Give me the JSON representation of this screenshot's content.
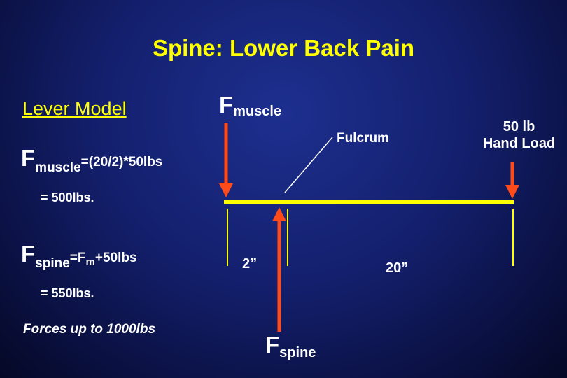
{
  "title": "Spine: Lower Back Pain",
  "lever_model": "Lever Model",
  "equations": {
    "muscle_F": "F",
    "muscle_sub": "muscle",
    "muscle_rhs": "=(20/2)*50lbs",
    "muscle_result": "= 500lbs.",
    "spine_F": "F",
    "spine_sub": "spine",
    "spine_rhs_pre": "=F",
    "spine_rhs_sub": "m",
    "spine_rhs_post": "+50lbs",
    "spine_result": "= 550lbs.",
    "note": "Forces up to 1000lbs"
  },
  "diagram": {
    "muscle_force_F": "F",
    "muscle_force_sub": "muscle",
    "fulcrum": "Fulcrum",
    "hand_load_line1": "50 lb",
    "hand_load_line2": "Hand Load",
    "dist_short": "2”",
    "dist_long": "20”",
    "spine_force_F": "F",
    "spine_force_sub": "spine"
  },
  "colors": {
    "title": "#ffff00",
    "lever": "#ffff00",
    "arrow": "#ff4a1a",
    "text": "#ffffff"
  }
}
